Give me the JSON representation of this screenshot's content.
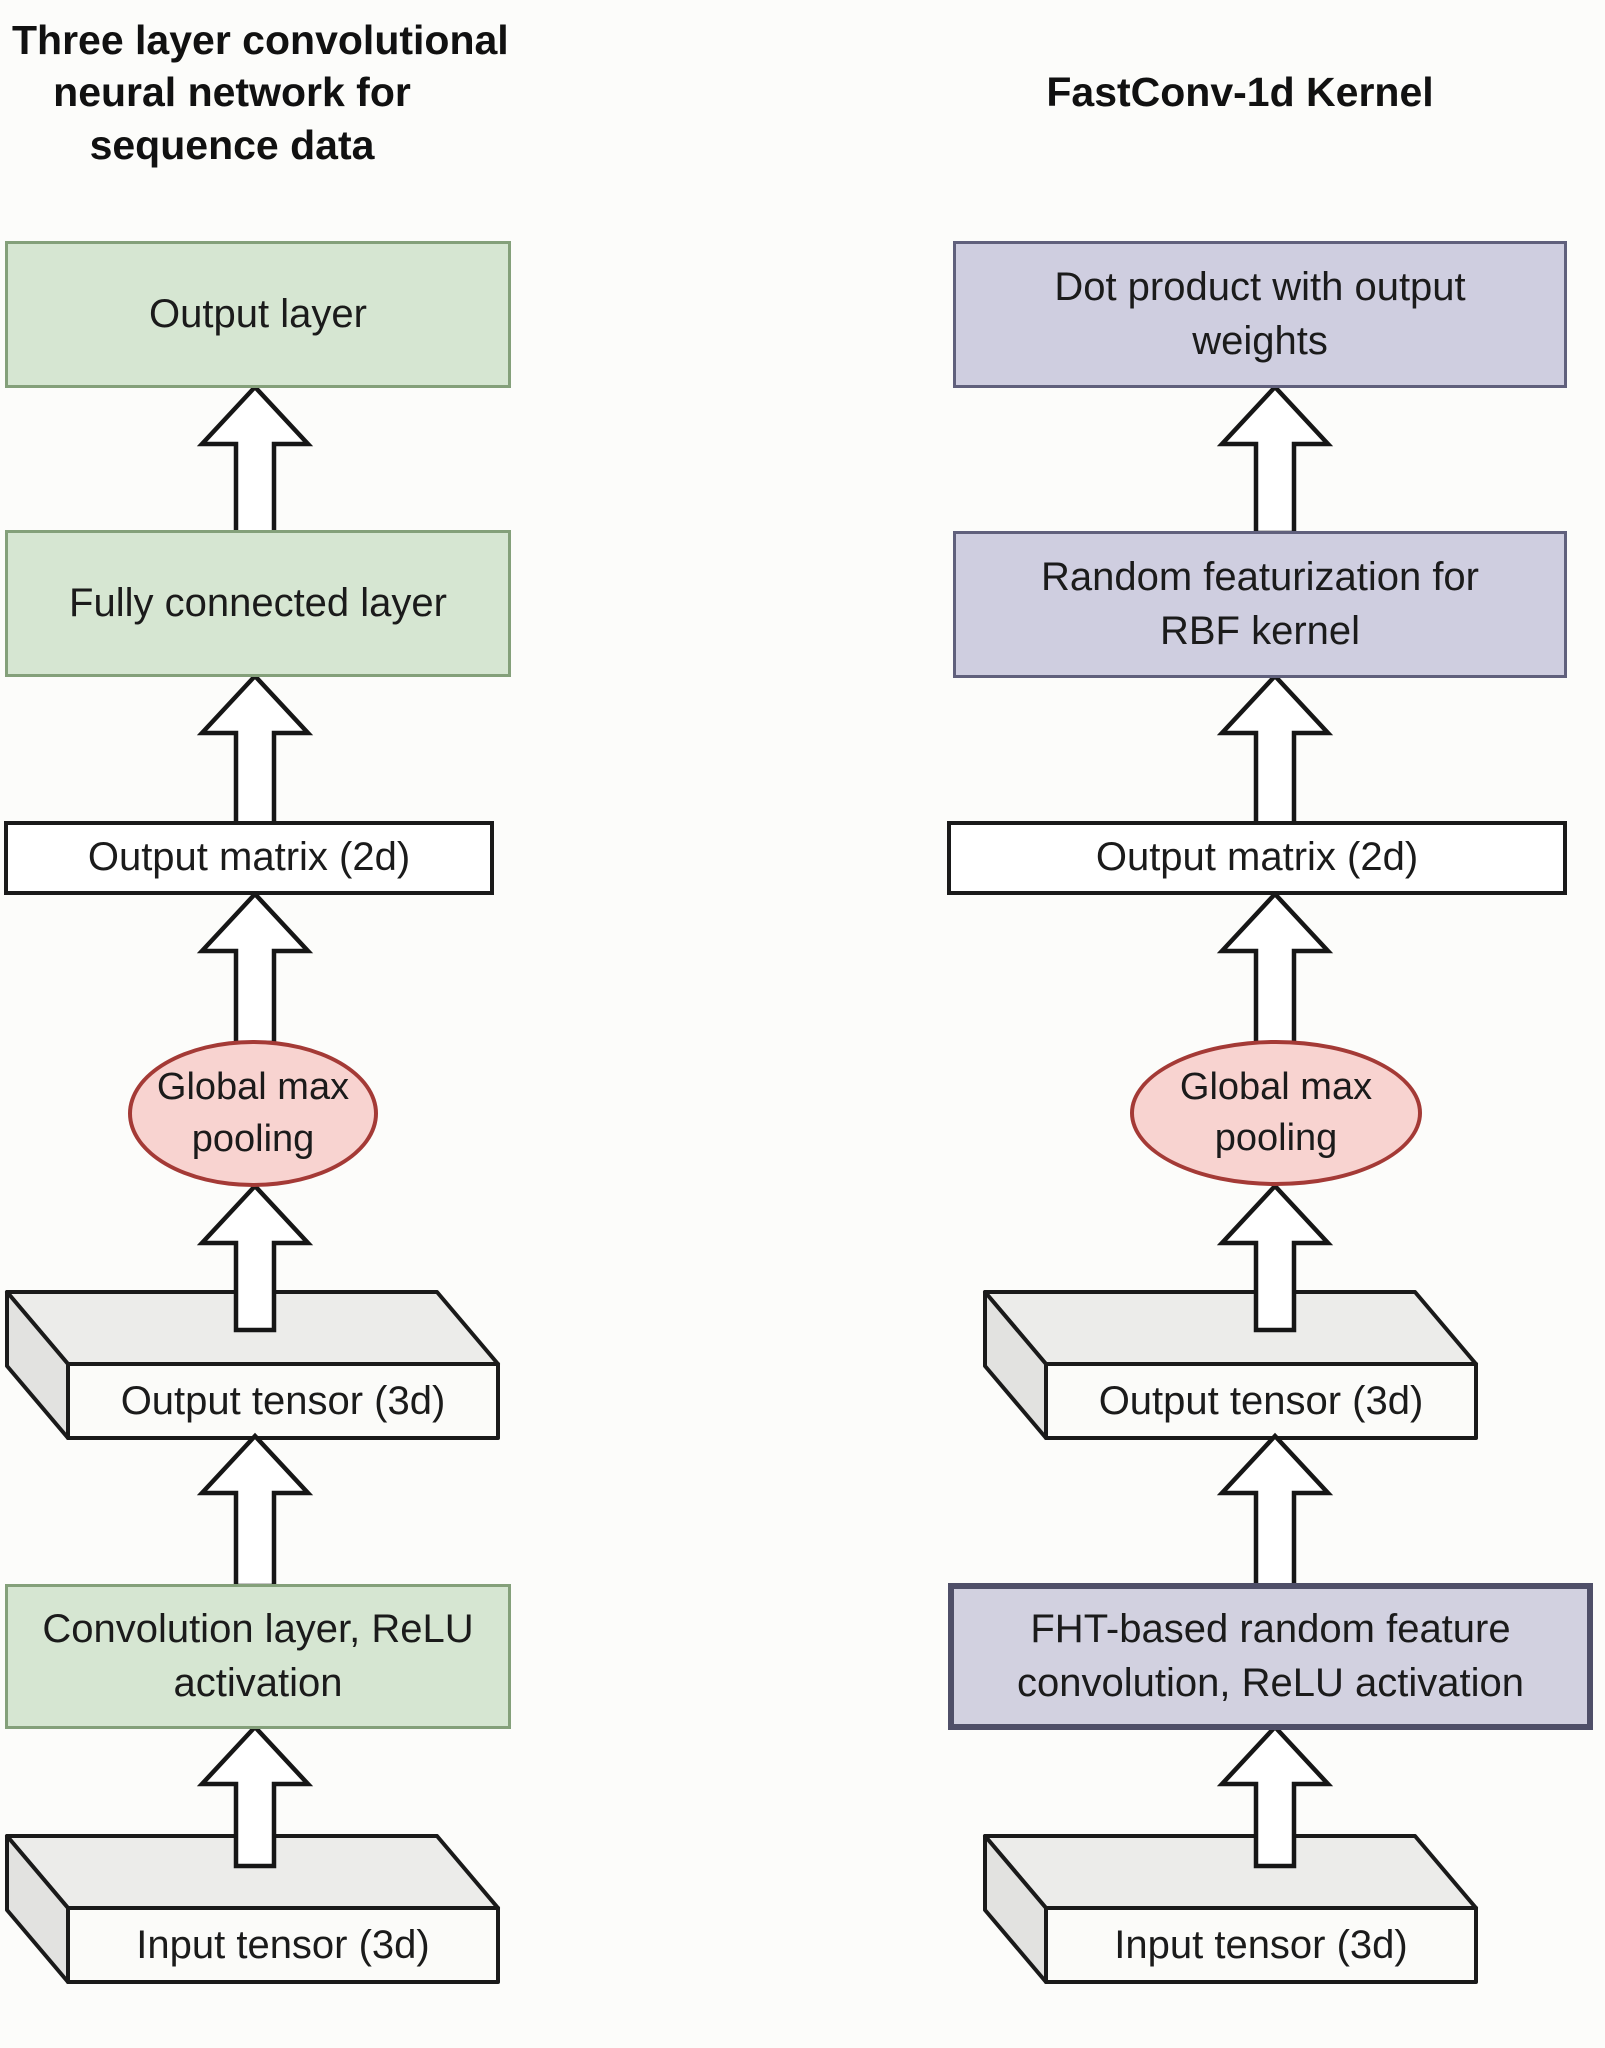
{
  "diagram": {
    "left": {
      "title": {
        "line1": "Three layer convolutional",
        "line2": "neural network for",
        "line3": "sequence data"
      },
      "output_layer": "Output layer",
      "fully_connected_layer": "Fully connected layer",
      "output_matrix": "Output matrix (2d)",
      "global_max_pooling": {
        "line1": "Global max",
        "line2": "pooling"
      },
      "output_tensor": "Output tensor (3d)",
      "convolution_layer": {
        "line1": "Convolution layer, ReLU",
        "line2": "activation"
      },
      "input_tensor": "Input tensor (3d)"
    },
    "right": {
      "title": "FastConv-1d Kernel",
      "dot_product": {
        "line1": "Dot product with output",
        "line2": "weights"
      },
      "random_featurization": {
        "line1": "Random featurization for",
        "line2": "RBF kernel"
      },
      "output_matrix": "Output matrix (2d)",
      "global_max_pooling": {
        "line1": "Global max",
        "line2": "pooling"
      },
      "output_tensor": "Output tensor (3d)",
      "fht_convolution": {
        "line1": "FHT-based random feature",
        "line2": "convolution, ReLU activation"
      },
      "input_tensor": "Input tensor (3d)"
    },
    "colors": {
      "green_fill": "#d6e6d2",
      "green_border": "#84a07a",
      "purple_fill": "#cfcee0",
      "purple_border": "#60607c",
      "fht_border": "#4f4f68",
      "pink_fill": "#f8d3d0",
      "pink_border": "#a43a36",
      "tensor_top": "#ececea",
      "tensor_side": "#e2e2e0",
      "tensor_front": "#fbfbf9",
      "outline": "#1a1a1a",
      "text": "#1b1b1b"
    }
  }
}
